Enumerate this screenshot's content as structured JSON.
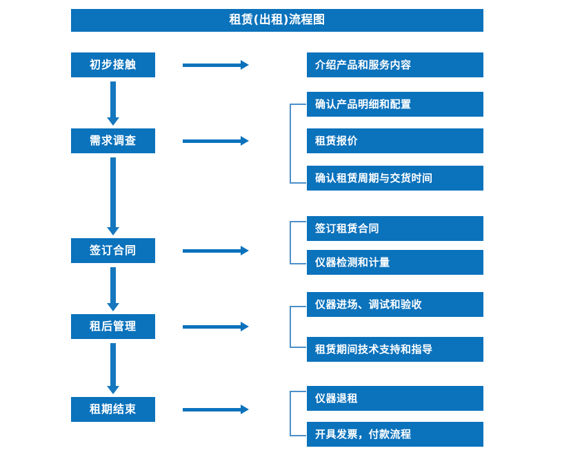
{
  "diagram": {
    "title": "租赁(出租)流程图",
    "colors": {
      "box_blue": "#0b72bc",
      "arrow_blue": "#1577be",
      "bracket_blue": "#4b8fc9",
      "text_white": "#ffffff",
      "background": "#ffffff"
    },
    "stages": [
      {
        "label": "初步接触"
      },
      {
        "label": "需求调查"
      },
      {
        "label": "签订合同"
      },
      {
        "label": "租后管理"
      },
      {
        "label": "租期结束"
      }
    ],
    "details": [
      {
        "label": "介绍产品和服务内容"
      },
      {
        "label": "确认产品明细和配置"
      },
      {
        "label": "租赁报价"
      },
      {
        "label": "确认租赁周期与交货时间"
      },
      {
        "label": "签订租赁合同"
      },
      {
        "label": "仪器检测和计量"
      },
      {
        "label": "仪器进场、调试和验收"
      },
      {
        "label": "租赁期间技术支持和指导"
      },
      {
        "label": "仪器退租"
      },
      {
        "label": "开具发票，付款流程"
      }
    ]
  }
}
